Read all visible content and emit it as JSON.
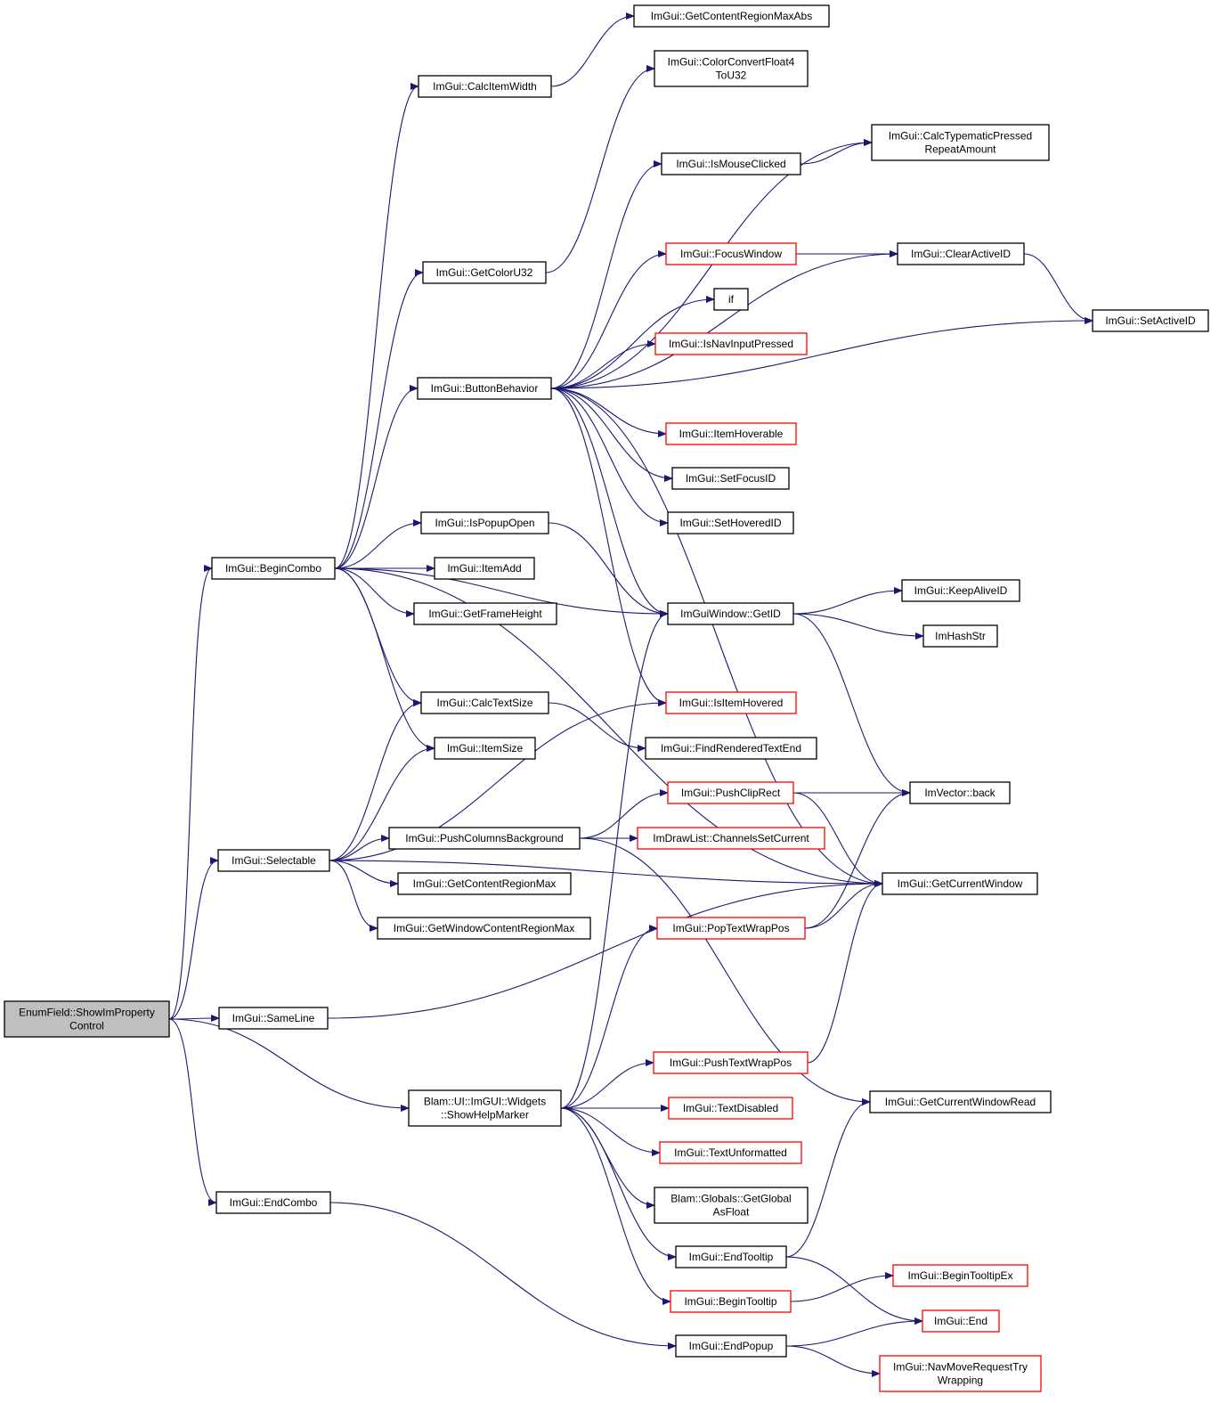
{
  "colors": {
    "edge": "#191970",
    "border_default": "#000000",
    "border_truncated": "#ff0000",
    "root_fill": "#bfbfbf",
    "node_fill": "#ffffff"
  },
  "nodes": [
    {
      "id": "root",
      "label": "EnumField::ShowImProperty\nControl",
      "style": "root"
    },
    {
      "id": "getcontentregionmaxabs",
      "label": "ImGui::GetContentRegionMaxAbs",
      "style": "normal"
    },
    {
      "id": "calcitemwidth",
      "label": "ImGui::CalcItemWidth",
      "style": "normal"
    },
    {
      "id": "colorconvert",
      "label": "ImGui::ColorConvertFloat4\nToU32",
      "style": "normal"
    },
    {
      "id": "calctypematic",
      "label": "ImGui::CalcTypematicPressed\nRepeatAmount",
      "style": "normal"
    },
    {
      "id": "ismouseclicked",
      "label": "ImGui::IsMouseClicked",
      "style": "normal"
    },
    {
      "id": "focuswindow",
      "label": "ImGui::FocusWindow",
      "style": "truncated"
    },
    {
      "id": "clearactiveid",
      "label": "ImGui::ClearActiveID",
      "style": "normal"
    },
    {
      "id": "getcoloru32",
      "label": "ImGui::GetColorU32",
      "style": "normal"
    },
    {
      "id": "if",
      "label": "if",
      "style": "normal"
    },
    {
      "id": "setactiveid",
      "label": "ImGui::SetActiveID",
      "style": "normal"
    },
    {
      "id": "isnavinputpressed",
      "label": "ImGui::IsNavInputPressed",
      "style": "truncated"
    },
    {
      "id": "buttonbehavior",
      "label": "ImGui::ButtonBehavior",
      "style": "normal"
    },
    {
      "id": "itemhoverable",
      "label": "ImGui::ItemHoverable",
      "style": "truncated"
    },
    {
      "id": "setfocusid",
      "label": "ImGui::SetFocusID",
      "style": "normal"
    },
    {
      "id": "ispopupopen",
      "label": "ImGui::IsPopupOpen",
      "style": "normal"
    },
    {
      "id": "sethoveredid",
      "label": "ImGui::SetHoveredID",
      "style": "normal"
    },
    {
      "id": "begincombo",
      "label": "ImGui::BeginCombo",
      "style": "normal"
    },
    {
      "id": "itemadd",
      "label": "ImGui::ItemAdd",
      "style": "normal"
    },
    {
      "id": "keepaliveid",
      "label": "ImGui::KeepAliveID",
      "style": "normal"
    },
    {
      "id": "getframeheight",
      "label": "ImGui::GetFrameHeight",
      "style": "normal"
    },
    {
      "id": "getid",
      "label": "ImGuiWindow::GetID",
      "style": "normal"
    },
    {
      "id": "imhashstr",
      "label": "ImHashStr",
      "style": "normal"
    },
    {
      "id": "calctextsize",
      "label": "ImGui::CalcTextSize",
      "style": "normal"
    },
    {
      "id": "isitemhovered",
      "label": "ImGui::IsItemHovered",
      "style": "truncated"
    },
    {
      "id": "itemsize",
      "label": "ImGui::ItemSize",
      "style": "normal"
    },
    {
      "id": "findrenderedtextend",
      "label": "ImGui::FindRenderedTextEnd",
      "style": "normal"
    },
    {
      "id": "pushcliprect",
      "label": "ImGui::PushClipRect",
      "style": "truncated"
    },
    {
      "id": "imvectorback",
      "label": "ImVector::back",
      "style": "normal"
    },
    {
      "id": "pushcolumnsbackground",
      "label": "ImGui::PushColumnsBackground",
      "style": "normal"
    },
    {
      "id": "channelssetcurrent",
      "label": "ImDrawList::ChannelsSetCurrent",
      "style": "truncated"
    },
    {
      "id": "selectable",
      "label": "ImGui::Selectable",
      "style": "normal"
    },
    {
      "id": "getcontentregionmax",
      "label": "ImGui::GetContentRegionMax",
      "style": "normal"
    },
    {
      "id": "getcurrentwindow",
      "label": "ImGui::GetCurrentWindow",
      "style": "normal"
    },
    {
      "id": "getwindowcontentregionmax",
      "label": "ImGui::GetWindowContentRegionMax",
      "style": "normal"
    },
    {
      "id": "poptextwrappos",
      "label": "ImGui::PopTextWrapPos",
      "style": "truncated"
    },
    {
      "id": "sameline",
      "label": "ImGui::SameLine",
      "style": "normal"
    },
    {
      "id": "pushtextwrappos",
      "label": "ImGui::PushTextWrapPos",
      "style": "truncated"
    },
    {
      "id": "showhelpmarker",
      "label": "Blam::UI::ImGUI::Widgets\n::ShowHelpMarker",
      "style": "normal"
    },
    {
      "id": "textdisabled",
      "label": "ImGui::TextDisabled",
      "style": "truncated"
    },
    {
      "id": "getcurrentwindowread",
      "label": "ImGui::GetCurrentWindowRead",
      "style": "normal"
    },
    {
      "id": "textunformatted",
      "label": "ImGui::TextUnformatted",
      "style": "truncated"
    },
    {
      "id": "getglobalasfloat",
      "label": "Blam::Globals::GetGlobal\nAsFloat",
      "style": "normal"
    },
    {
      "id": "endcombo",
      "label": "ImGui::EndCombo",
      "style": "normal"
    },
    {
      "id": "endtooltip",
      "label": "ImGui::EndTooltip",
      "style": "normal"
    },
    {
      "id": "begintooltipex",
      "label": "ImGui::BeginTooltipEx",
      "style": "truncated"
    },
    {
      "id": "begintooltip",
      "label": "ImGui::BeginTooltip",
      "style": "truncated"
    },
    {
      "id": "end",
      "label": "ImGui::End",
      "style": "truncated"
    },
    {
      "id": "endpopup",
      "label": "ImGui::EndPopup",
      "style": "normal"
    },
    {
      "id": "navmoverequesttrywrapping",
      "label": "ImGui::NavMoveRequestTry\nWrapping",
      "style": "truncated"
    }
  ],
  "edges": [
    [
      "root",
      "begincombo"
    ],
    [
      "root",
      "selectable"
    ],
    [
      "root",
      "sameline"
    ],
    [
      "root",
      "showhelpmarker"
    ],
    [
      "root",
      "endcombo"
    ],
    [
      "begincombo",
      "calcitemwidth"
    ],
    [
      "begincombo",
      "getcoloru32"
    ],
    [
      "begincombo",
      "buttonbehavior"
    ],
    [
      "begincombo",
      "ispopupopen"
    ],
    [
      "begincombo",
      "itemadd"
    ],
    [
      "begincombo",
      "getframeheight"
    ],
    [
      "begincombo",
      "getid"
    ],
    [
      "begincombo",
      "calctextsize"
    ],
    [
      "begincombo",
      "itemsize"
    ],
    [
      "begincombo",
      "getcurrentwindow"
    ],
    [
      "calcitemwidth",
      "getcontentregionmaxabs"
    ],
    [
      "getcoloru32",
      "colorconvert"
    ],
    [
      "buttonbehavior",
      "calctypematic"
    ],
    [
      "buttonbehavior",
      "ismouseclicked"
    ],
    [
      "buttonbehavior",
      "clearactiveid"
    ],
    [
      "buttonbehavior",
      "focuswindow"
    ],
    [
      "buttonbehavior",
      "if"
    ],
    [
      "buttonbehavior",
      "isnavinputpressed"
    ],
    [
      "buttonbehavior",
      "setactiveid"
    ],
    [
      "buttonbehavior",
      "itemhoverable"
    ],
    [
      "buttonbehavior",
      "setfocusid"
    ],
    [
      "buttonbehavior",
      "sethoveredid"
    ],
    [
      "buttonbehavior",
      "getid"
    ],
    [
      "buttonbehavior",
      "isitemhovered"
    ],
    [
      "buttonbehavior",
      "getcurrentwindow"
    ],
    [
      "ismouseclicked",
      "calctypematic"
    ],
    [
      "focuswindow",
      "clearactiveid"
    ],
    [
      "clearactiveid",
      "setactiveid"
    ],
    [
      "ispopupopen",
      "getid"
    ],
    [
      "getid",
      "keepaliveid"
    ],
    [
      "getid",
      "imhashstr"
    ],
    [
      "getid",
      "imvectorback"
    ],
    [
      "calctextsize",
      "findrenderedtextend"
    ],
    [
      "selectable",
      "calctextsize"
    ],
    [
      "selectable",
      "itemsize"
    ],
    [
      "selectable",
      "isitemhovered"
    ],
    [
      "selectable",
      "pushcolumnsbackground"
    ],
    [
      "selectable",
      "getcontentregionmax"
    ],
    [
      "selectable",
      "getwindowcontentregionmax"
    ],
    [
      "selectable",
      "getcurrentwindow"
    ],
    [
      "pushcolumnsbackground",
      "pushcliprect"
    ],
    [
      "pushcolumnsbackground",
      "channelssetcurrent"
    ],
    [
      "pushcolumnsbackground",
      "getcurrentwindowread"
    ],
    [
      "pushcliprect",
      "imvectorback"
    ],
    [
      "pushcliprect",
      "getcurrentwindow"
    ],
    [
      "poptextwrappos",
      "imvectorback"
    ],
    [
      "poptextwrappos",
      "getcurrentwindow"
    ],
    [
      "pushtextwrappos",
      "getcurrentwindow"
    ],
    [
      "sameline",
      "getcurrentwindow"
    ],
    [
      "showhelpmarker",
      "getid"
    ],
    [
      "showhelpmarker",
      "poptextwrappos"
    ],
    [
      "showhelpmarker",
      "pushtextwrappos"
    ],
    [
      "showhelpmarker",
      "textdisabled"
    ],
    [
      "showhelpmarker",
      "textunformatted"
    ],
    [
      "showhelpmarker",
      "getglobalasfloat"
    ],
    [
      "showhelpmarker",
      "endtooltip"
    ],
    [
      "showhelpmarker",
      "begintooltip"
    ],
    [
      "endtooltip",
      "getcurrentwindowread"
    ],
    [
      "endtooltip",
      "end"
    ],
    [
      "begintooltip",
      "begintooltipex"
    ],
    [
      "endcombo",
      "endpopup"
    ],
    [
      "endpopup",
      "end"
    ],
    [
      "endpopup",
      "navmoverequesttrywrapping"
    ]
  ]
}
